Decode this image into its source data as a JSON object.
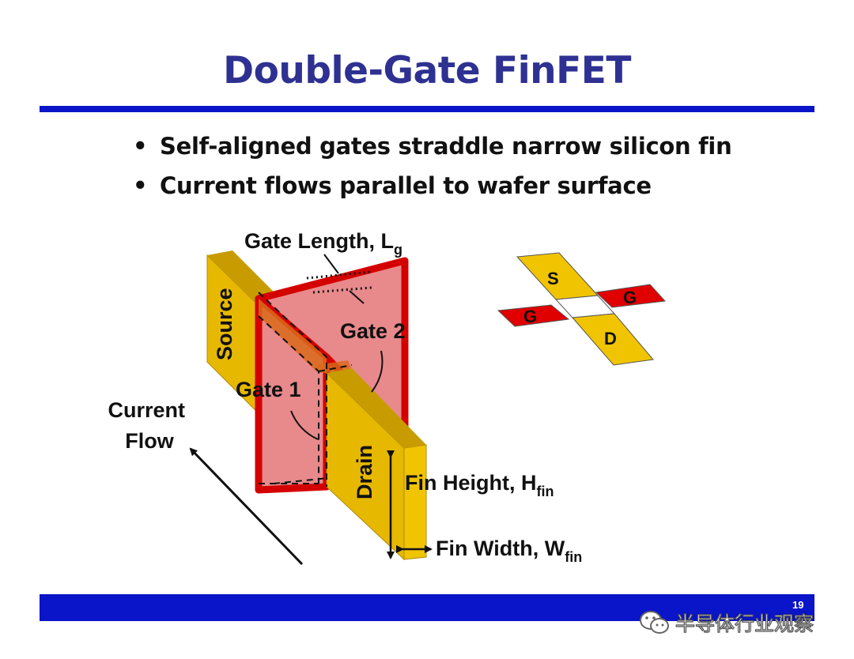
{
  "slide": {
    "title": "Double-Gate FinFET",
    "bullets": [
      "Self-aligned gates straddle narrow silicon fin",
      "Current flows parallel to wafer surface"
    ],
    "page_number": "19"
  },
  "diagram": {
    "gate_length": {
      "main": "Gate Length, L",
      "sub": "g"
    },
    "gate1": "Gate 1",
    "gate2": "Gate 2",
    "source": "Source",
    "drain": "Drain",
    "current_flow": [
      "Current",
      "Flow"
    ],
    "fin_height": {
      "main": "Fin Height, H",
      "sub": "fin"
    },
    "fin_width": {
      "main": "Fin Width, W",
      "sub": "fin"
    },
    "layout_labels": {
      "s": "S",
      "d": "D",
      "g_left": "G",
      "g_right": "G"
    }
  },
  "watermark": {
    "text": "半导体行业观察"
  },
  "colors": {
    "title": "#2e3192",
    "rule": "#0a14c8",
    "fin_front": "#e6b800",
    "fin_top": "#c89c00",
    "gate_border": "#d40000",
    "gate_fill": "#e8898c",
    "gate_overlap": "#d96a1a"
  }
}
